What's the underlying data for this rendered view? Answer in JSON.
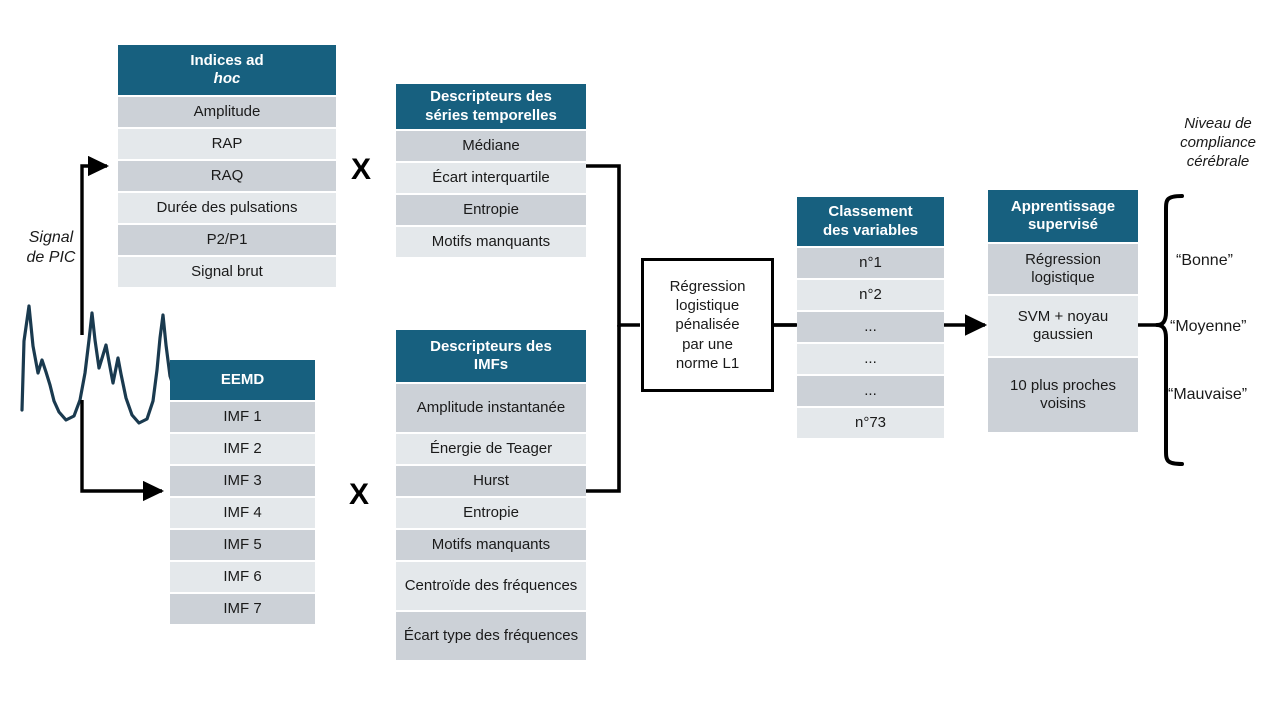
{
  "diagram": {
    "title_hidden": "",
    "signal_label": "Signal\nde PIC",
    "signal_label_line1": "Signal",
    "signal_label_line2": "de PIC",
    "operator": "X",
    "outcome_label_line1": "Niveau de",
    "outcome_label_line2": "compliance",
    "outcome_label_line3": "cérébrale"
  },
  "colors": {
    "header_blue": "#17607f",
    "row_dark": "#ccd1d7",
    "row_light": "#e4e8eb",
    "signal_navy": "#1a3a4f",
    "connector_black": "#000000",
    "text": "#1a1a1a"
  },
  "tables": {
    "indices_ad_hoc": {
      "header_line1": "Indices ad",
      "header_line2": "hoc",
      "header_plain": "Indices",
      "header_italic": "ad hoc",
      "rows": [
        "Amplitude",
        "RAP",
        "RAQ",
        "Durée des pulsations",
        "P2/P1",
        "Signal brut"
      ]
    },
    "eemd": {
      "header": "EEMD",
      "rows": [
        "IMF 1",
        "IMF 2",
        "IMF 3",
        "IMF 4",
        "IMF 5",
        "IMF 6",
        "IMF 7"
      ]
    },
    "descripteurs_series": {
      "header_line1": "Descripteurs des",
      "header_line2": "séries temporelles",
      "rows": [
        "Médiane",
        "Écart interquartile",
        "Entropie",
        "Motifs manquants"
      ]
    },
    "descripteurs_imfs": {
      "header_line1": "Descripteurs des",
      "header_line2": "IMFs",
      "rows": [
        "Amplitude instantanée",
        "Énergie de Teager",
        "Hurst",
        "Entropie",
        "Motifs manquants",
        "Centroïde des fréquences",
        "Écart type des fréquences"
      ]
    },
    "classement": {
      "header_line1": "Classement",
      "header_line2": "des variables",
      "rows": [
        "n°1",
        "n°2",
        "...",
        "...",
        "...",
        "n°73"
      ]
    },
    "apprentissage": {
      "header_line1": "Apprentissage",
      "header_line2": "supervisé",
      "rows": [
        "Régression logistique",
        "SVM + noyau gaussien",
        "10 plus proches voisins"
      ]
    }
  },
  "regression_box": {
    "text": "Régression logistique pénalisée par une norme L1",
    "line1": "Régression",
    "line2": "logistique",
    "line3": "pénalisée",
    "line4": "par une",
    "line5": "norme L1"
  },
  "outcomes": [
    "“Bonne”",
    "“Moyenne”",
    "“Mauvaise”"
  ]
}
